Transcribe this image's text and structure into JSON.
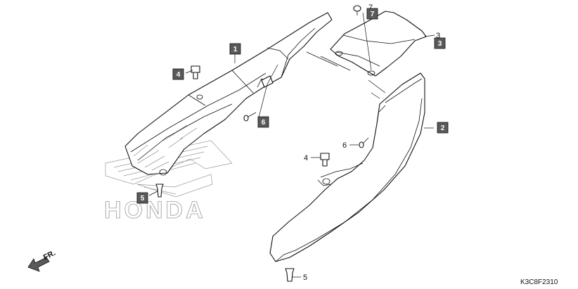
{
  "diagram": {
    "callouts": [
      {
        "id": "c1",
        "label": "1",
        "boxed": true
      },
      {
        "id": "c2",
        "label": "2",
        "boxed": true
      },
      {
        "id": "c3a",
        "label": "3",
        "boxed": false
      },
      {
        "id": "c3b",
        "label": "3",
        "boxed": true
      },
      {
        "id": "c4a",
        "label": "4",
        "boxed": true
      },
      {
        "id": "c4b",
        "label": "4",
        "boxed": false
      },
      {
        "id": "c5a",
        "label": "5",
        "boxed": true
      },
      {
        "id": "c5b",
        "label": "5",
        "boxed": false
      },
      {
        "id": "c6a",
        "label": "6",
        "boxed": true
      },
      {
        "id": "c6b",
        "label": "6",
        "boxed": false
      },
      {
        "id": "c7a",
        "label": "7",
        "boxed": false
      },
      {
        "id": "c7b",
        "label": "7",
        "boxed": true
      }
    ],
    "watermark_brand": "HONDA",
    "direction_label": "FR.",
    "diagram_code": "K3C8F2310"
  }
}
